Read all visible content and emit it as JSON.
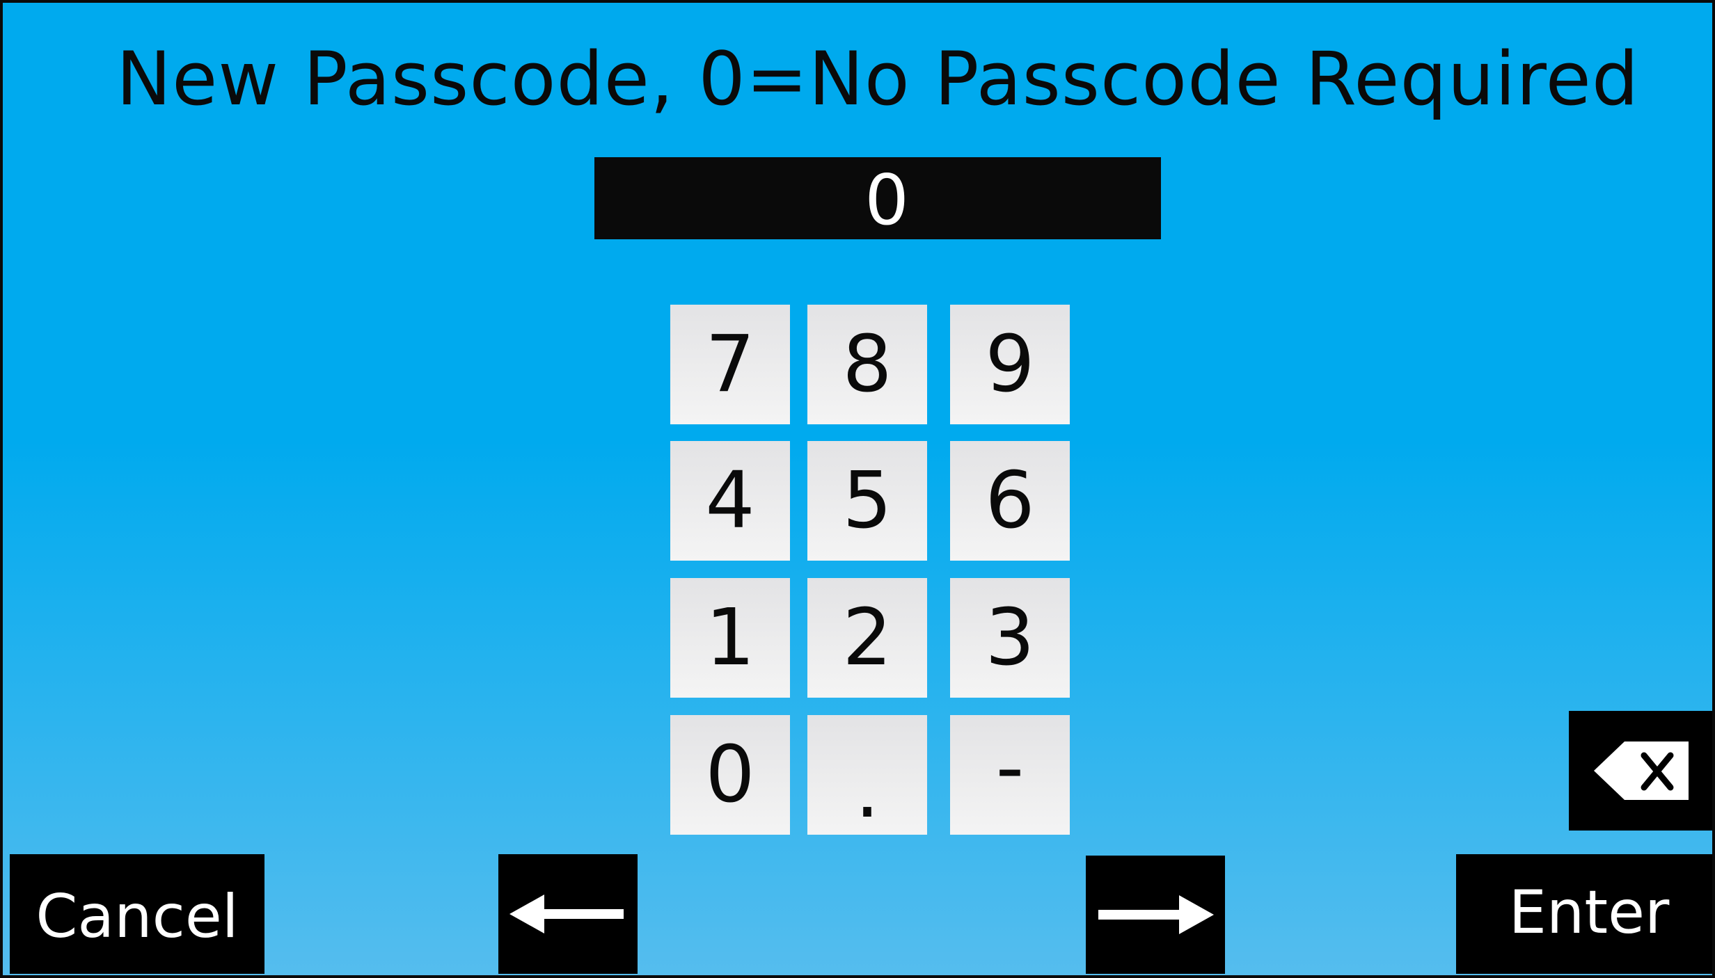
{
  "title": "New Passcode, 0=No Passcode Required",
  "display_value": "0",
  "keypad": {
    "row1": [
      "7",
      "8",
      "9"
    ],
    "row2": [
      "4",
      "5",
      "6"
    ],
    "row3": [
      "1",
      "2",
      "3"
    ],
    "row4": [
      "0",
      ".",
      "-"
    ]
  },
  "buttons": {
    "cancel": "Cancel",
    "enter": "Enter",
    "left_icon": "left-arrow-icon",
    "right_icon": "right-arrow-icon",
    "backspace_icon": "backspace-icon"
  },
  "colors": {
    "background_top": "#00aaee",
    "background_bottom": "#55bdee",
    "button_black": "#000000",
    "key_light": "#f4f4f4"
  }
}
